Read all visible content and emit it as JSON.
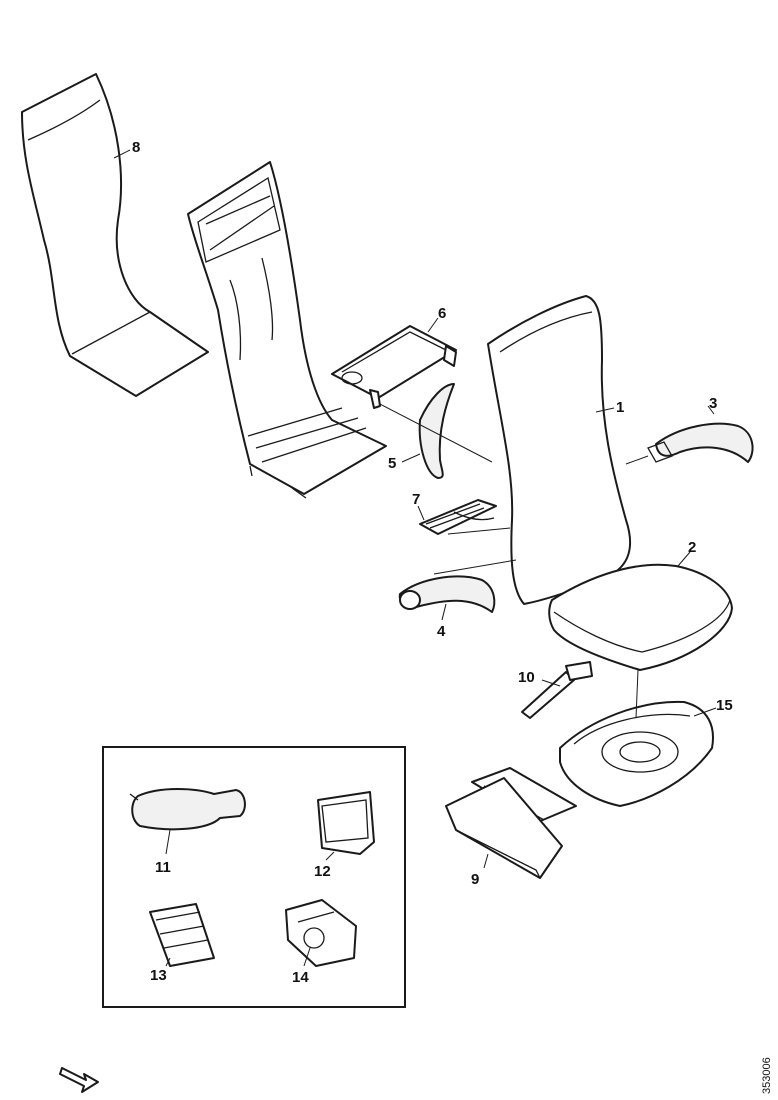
{
  "parts": [
    {
      "id": "1",
      "label": "1"
    },
    {
      "id": "2",
      "label": "2"
    },
    {
      "id": "3",
      "label": "3"
    },
    {
      "id": "4",
      "label": "4"
    },
    {
      "id": "5",
      "label": "5"
    },
    {
      "id": "6",
      "label": "6"
    },
    {
      "id": "7",
      "label": "7"
    },
    {
      "id": "8",
      "label": "8"
    },
    {
      "id": "9",
      "label": "9"
    },
    {
      "id": "10",
      "label": "10"
    },
    {
      "id": "11",
      "label": "11"
    },
    {
      "id": "12",
      "label": "12"
    },
    {
      "id": "13",
      "label": "13"
    },
    {
      "id": "14",
      "label": "14"
    },
    {
      "id": "15",
      "label": "15"
    }
  ],
  "reference_number": "353006"
}
